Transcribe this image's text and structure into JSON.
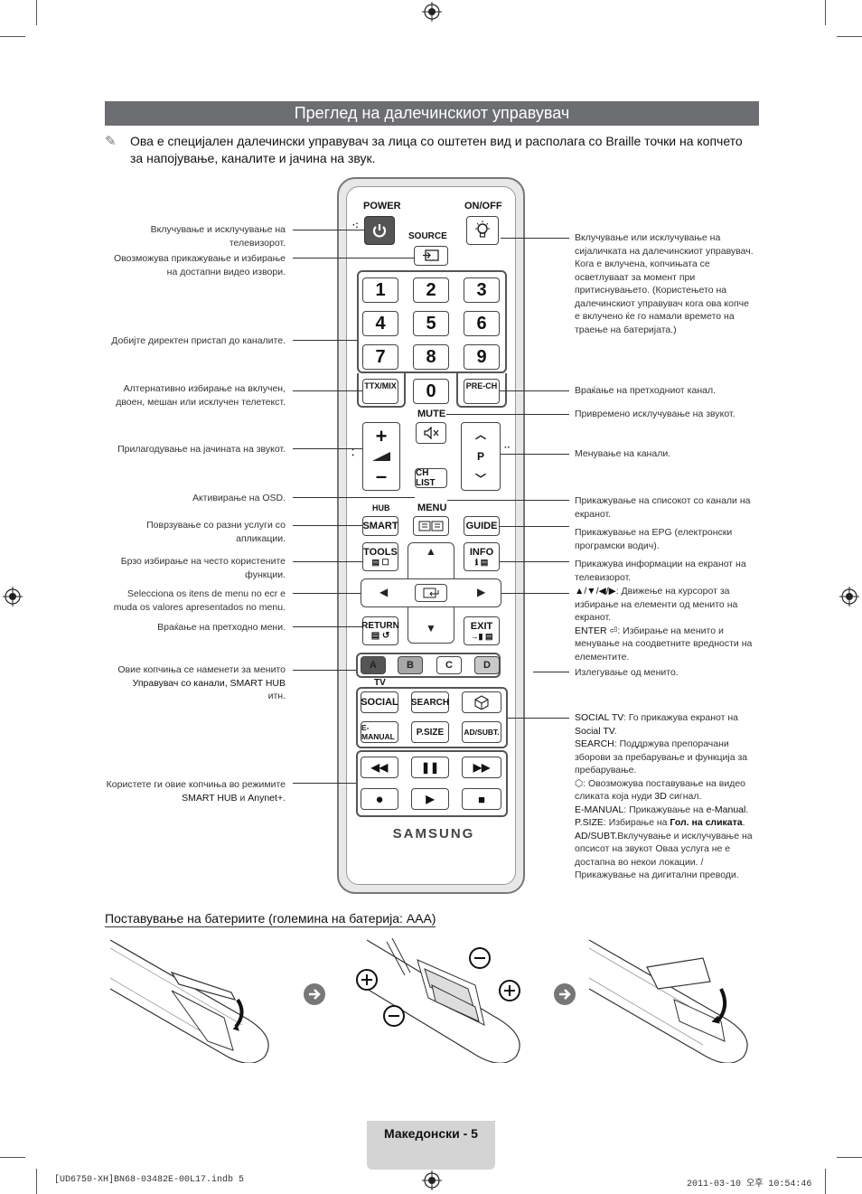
{
  "section_title": "Преглед на далечинскиот управувач",
  "note": "Ова е специјален далечински управувач за лица со оштетен вид и располага со Braille точки на копчето за напојување, каналите и јачина на звук.",
  "remote": {
    "power": "POWER",
    "onoff": "ON/OFF",
    "source": "SOURCE",
    "numbers": [
      "1",
      "2",
      "3",
      "4",
      "5",
      "6",
      "7",
      "8",
      "9"
    ],
    "zero": "0",
    "ttx": "TTX/MIX",
    "prech": "PRE-CH",
    "mute": "MUTE",
    "chlist": "CH LIST",
    "p": "P",
    "hub": "HUB",
    "menu": "MENU",
    "smart": "SMART",
    "guide": "GUIDE",
    "tools": "TOOLS",
    "info": "INFO",
    "return": "RETURN",
    "exit": "EXIT",
    "colors": [
      "A",
      "B",
      "C",
      "D"
    ],
    "tv": "TV",
    "social": "SOCIAL",
    "search": "SEARCH",
    "emanual": "E-MANUAL",
    "psize": "P.SIZE",
    "adsubt": "AD/SUBT.",
    "brand": "SAMSUNG"
  },
  "left_labels": [
    "Вклучување и исклучување на телевизорот.",
    "Овозможува прикажување и избирање на достапни видео извори.",
    "Добијте директен пристап до каналите.",
    "Алтернативно избирање на вклучен, двоен, мешан или исклучен телетекст.",
    "Прилагодување на јачината на звукот.",
    "Активирање на OSD.",
    "Поврзување со разни услуги со апликации.",
    "Брзо избирање на често користените функции.",
    "Selecciona os itens de menu no ecr e muda os valores apresentados no menu.",
    "Враќање на претходно мени.",
    "Овие копчиња се наменети за менито",
    "Управувач со канали, SMART HUB",
    "итн.",
    "Користете ги овие копчиња во режимите",
    "SMART HUB",
    "и",
    "Anynet+",
    "."
  ],
  "right_labels": {
    "onoff": "Вклучување или исклучување на сијаличката на далечинскиот управувач. Кога е вклучена, копчињата се осветлуваат за момент при притиснувањето. (Користењето на далечинскиот управувач кога ова копче е вклучено ќе го намали времето на траење на батеријата.)",
    "prech": "Враќање на претходниот канал.",
    "mute": "Привремено исклучување на звукот.",
    "channel": "Менување на канали.",
    "chlist": "Прикажување на списокот со канали на екранот.",
    "guide": "Прикажување на EPG (електронски програмски водич).",
    "info": "Прикажува информации на екранот на телевизорот.",
    "arrows_symbol": "▲/▼/◀/▶",
    "arrows_desc": ": Движење на курсорот за избирање на елементи од менито на екранот.",
    "enter_key": "ENTER",
    "enter_desc": ": Избирање на менито и менување на соодветните вредности на елементите.",
    "exit": "Излегување од менито.",
    "social_key": "SOCIAL TV",
    "social_desc": ": Го прикажува екранот на",
    "social_end": "Social TV",
    "search_key": "SEARCH",
    "search_desc": ": Поддржува препорачани зборови за пребарување и функција за пребарување.",
    "3d_desc": ": Овозможува поставување на видео сликата која нуди",
    "3d_key": "3D",
    "3d_end": "сигнал.",
    "emanual_key": "E-MANUAL",
    "emanual_desc": ": Прикажување на",
    "emanual_val": "e-Manual",
    "psize_key": "P.SIZE",
    "psize_desc": ": Избирање на",
    "psize_val": "Гол. на сликата",
    "adsubt_key": "AD/SUBT.",
    "adsubt_desc": "Вклучување и исклучување на опсисот на звукот Оваа услуга не е достапна во некои локации. / Прикажување на дигитални преводи."
  },
  "battery_heading": "Поставување на батериите (големина на батерија: AAA)",
  "footer_page": "Македонски - 5",
  "print_left": "[UD6750-XH]BN68-03482E-00L17.indb   5",
  "print_right": "2011-03-10   오후 10:54:46"
}
